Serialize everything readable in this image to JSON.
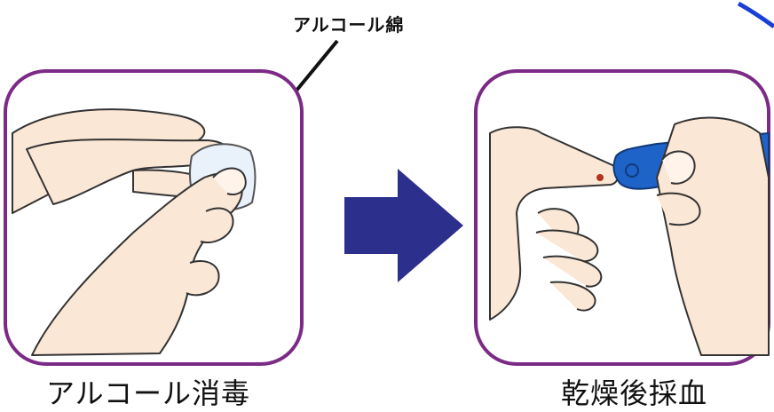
{
  "callout_label": "アルコール綿",
  "step1_caption": "アルコール消毒",
  "step2_caption": "乾燥後採血",
  "colors": {
    "frame": "#7b2a86",
    "arrow": "#2c2f8c",
    "skin": "#fbe7d6",
    "skin_outline": "#333333",
    "lancet_device": "#1e63c8",
    "corner_accent": "#1a3fd6"
  },
  "icons": [
    "hand-holding-alcohol-swab",
    "hand-holding-lancet-device",
    "right-arrow"
  ]
}
